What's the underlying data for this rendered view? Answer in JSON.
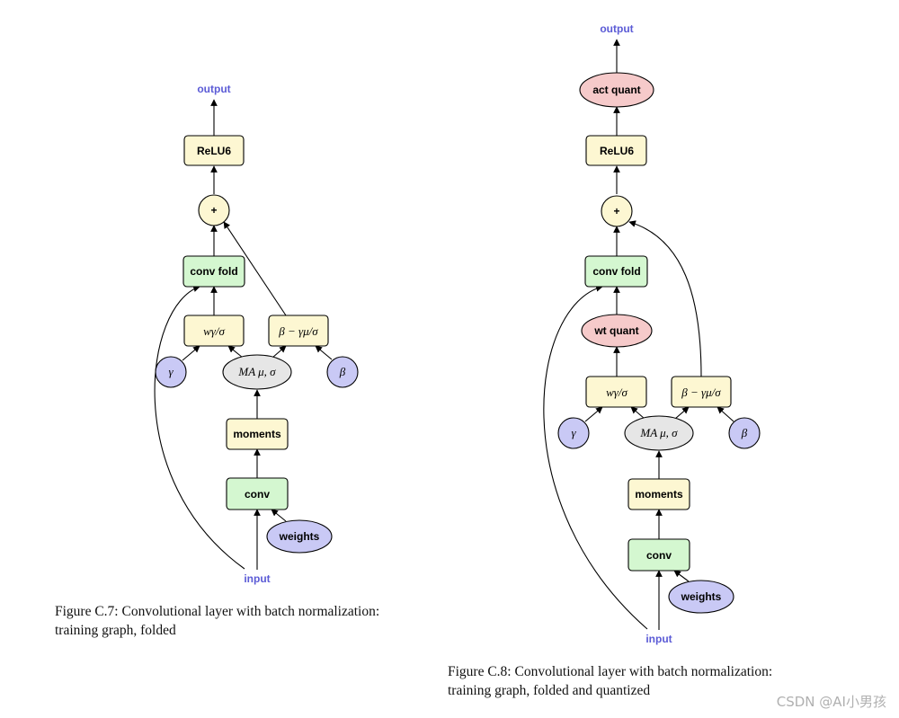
{
  "figure_c7": {
    "nodes": {
      "output": "output",
      "relu6": "ReLU6",
      "add": "+",
      "conv_fold": "conv fold",
      "w_scale": "wγ/σ",
      "beta_shift": "β − γμ/σ",
      "gamma": "γ",
      "ma": "MA μ, σ",
      "beta": "β",
      "moments": "moments",
      "conv": "conv",
      "weights": "weights",
      "input": "input"
    },
    "caption_line1": "Figure C.7:  Convolutional layer with batch normalization:",
    "caption_line2": "training graph, folded"
  },
  "figure_c8": {
    "nodes": {
      "output": "output",
      "act_quant": "act quant",
      "relu6": "ReLU6",
      "add": "+",
      "conv_fold": "conv fold",
      "wt_quant": "wt quant",
      "w_scale": "wγ/σ",
      "beta_shift": "β − γμ/σ",
      "gamma": "γ",
      "ma": "MA μ, σ",
      "beta": "β",
      "moments": "moments",
      "conv": "conv",
      "weights": "weights",
      "input": "input"
    },
    "caption_line1": "Figure C.8:  Convolutional layer with batch normalization:",
    "caption_line2": "training graph, folded and quantized"
  },
  "colors": {
    "yellow_node": "#fdf7d2",
    "green_node": "#d4f7d0",
    "blue_node": "#c9c9f5",
    "gray_node": "#e6e6e6",
    "pink_node": "#f6caca",
    "io_text": "#5b5bd6"
  },
  "watermark": "CSDN @AI小男孩"
}
